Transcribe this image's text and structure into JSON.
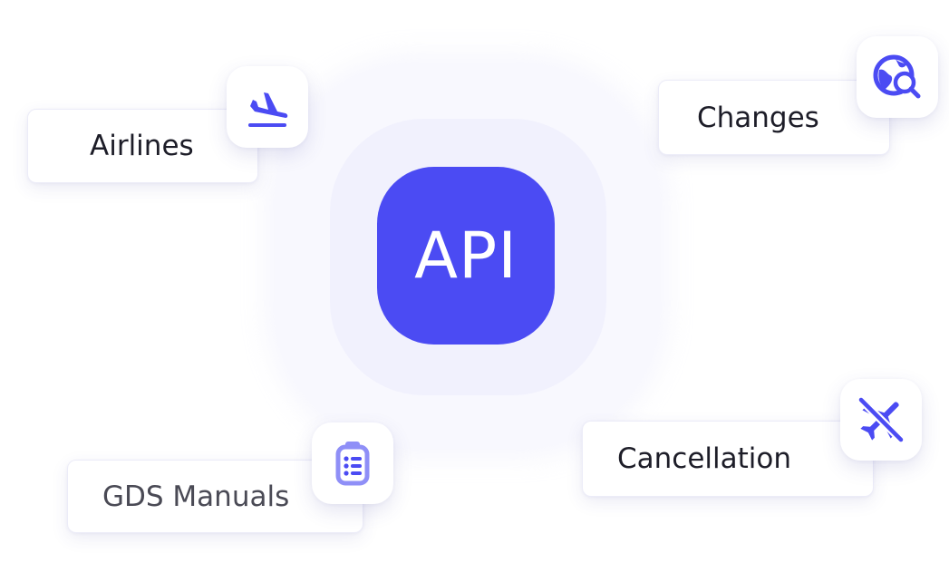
{
  "center": {
    "label": "API"
  },
  "nodes": {
    "airlines": {
      "label": "Airlines",
      "icon": "flight-takeoff-icon"
    },
    "changes": {
      "label": "Changes",
      "icon": "globe-search-icon"
    },
    "gds_manuals": {
      "label": "GDS Manuals",
      "icon": "clipboard-list-icon"
    },
    "cancellation": {
      "label": "Cancellation",
      "icon": "airplane-off-icon"
    }
  },
  "colors": {
    "accent": "#4b4bf3",
    "halo_outer": "#f8f8fe",
    "halo_inner": "#f1f1fd",
    "text": "#1d1d28",
    "text_muted": "#4a4a55"
  }
}
